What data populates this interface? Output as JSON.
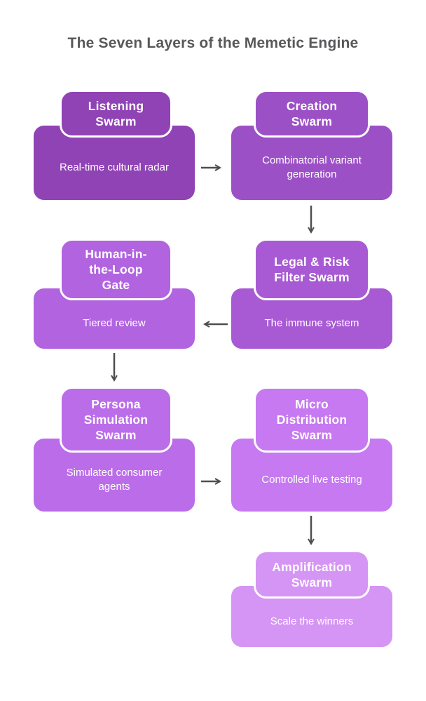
{
  "title": "The Seven Layers of the Memetic Engine",
  "colors": {
    "background": "#ffffff",
    "title_text": "#58585a",
    "arrow": "#4e4e50",
    "box_border": "#ffffff",
    "box_text": "#ffffff"
  },
  "layers": [
    {
      "id": "listening-swarm",
      "title": "Listening\nSwarm",
      "description": "Real-time cultural radar",
      "color": "#9043b5"
    },
    {
      "id": "creation-swarm",
      "title": "Creation\nSwarm",
      "description": "Combinatorial variant\ngeneration",
      "color": "#9c50c6"
    },
    {
      "id": "legal-risk-filter",
      "title": "Legal & Risk\nFilter Swarm",
      "description": "The immune system",
      "color": "#a75ad3"
    },
    {
      "id": "human-in-loop-gate",
      "title": "Human-in-\nthe-Loop\nGate",
      "description": "Tiered review",
      "color": "#b163e0"
    },
    {
      "id": "persona-simulation",
      "title": "Persona\nSimulation\nSwarm",
      "description": "Simulated consumer\nagents",
      "color": "#bb6de9"
    },
    {
      "id": "micro-distribution",
      "title": "Micro\nDistribution\nSwarm",
      "description": "Controlled live testing",
      "color": "#c679f0"
    },
    {
      "id": "amplification-swarm",
      "title": "Amplification\nSwarm",
      "description": "Scale the winners",
      "color": "#d595f4"
    }
  ],
  "arrows": [
    {
      "from": "Listening Swarm",
      "to": "Creation Swarm",
      "direction": "right"
    },
    {
      "from": "Creation Swarm",
      "to": "Legal & Risk Filter Swarm",
      "direction": "down"
    },
    {
      "from": "Legal & Risk Filter Swarm",
      "to": "Human-in-the-Loop Gate",
      "direction": "left"
    },
    {
      "from": "Human-in-the-Loop Gate",
      "to": "Persona Simulation Swarm",
      "direction": "down"
    },
    {
      "from": "Persona Simulation Swarm",
      "to": "Micro Distribution Swarm",
      "direction": "right"
    },
    {
      "from": "Micro Distribution Swarm",
      "to": "Amplification Swarm",
      "direction": "down"
    }
  ]
}
